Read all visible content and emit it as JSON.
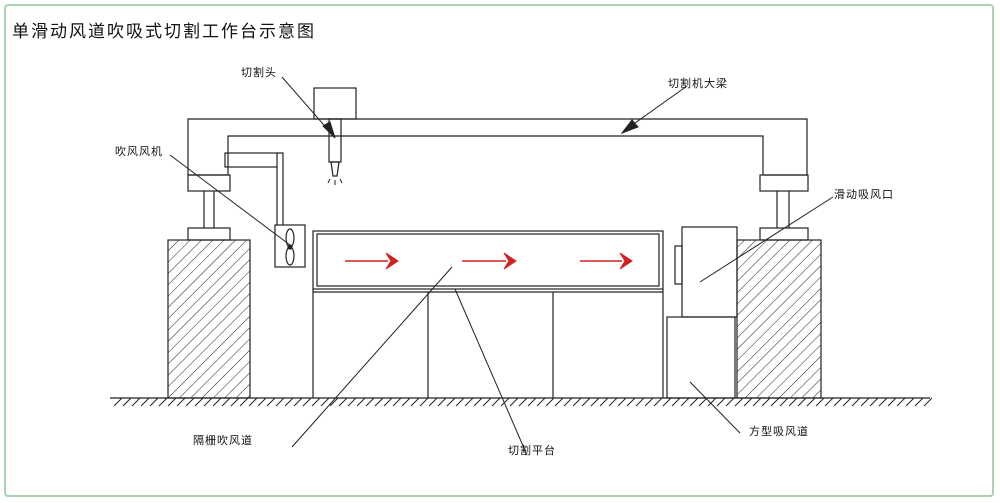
{
  "title": "单滑动风道吹吸式切割工作台示意图",
  "labels": {
    "cutting_head": "切割头",
    "main_beam": "切割机大梁",
    "blower": "吹风风机",
    "sliding_suction_port": "滑动吸风口",
    "grille_duct": "隔栅吹风道",
    "cutting_platform": "切割平台",
    "square_duct": "方型吸风道"
  },
  "colors": {
    "frame": "#a8d2b2",
    "line": "#222222",
    "arrow": "#d42020"
  }
}
